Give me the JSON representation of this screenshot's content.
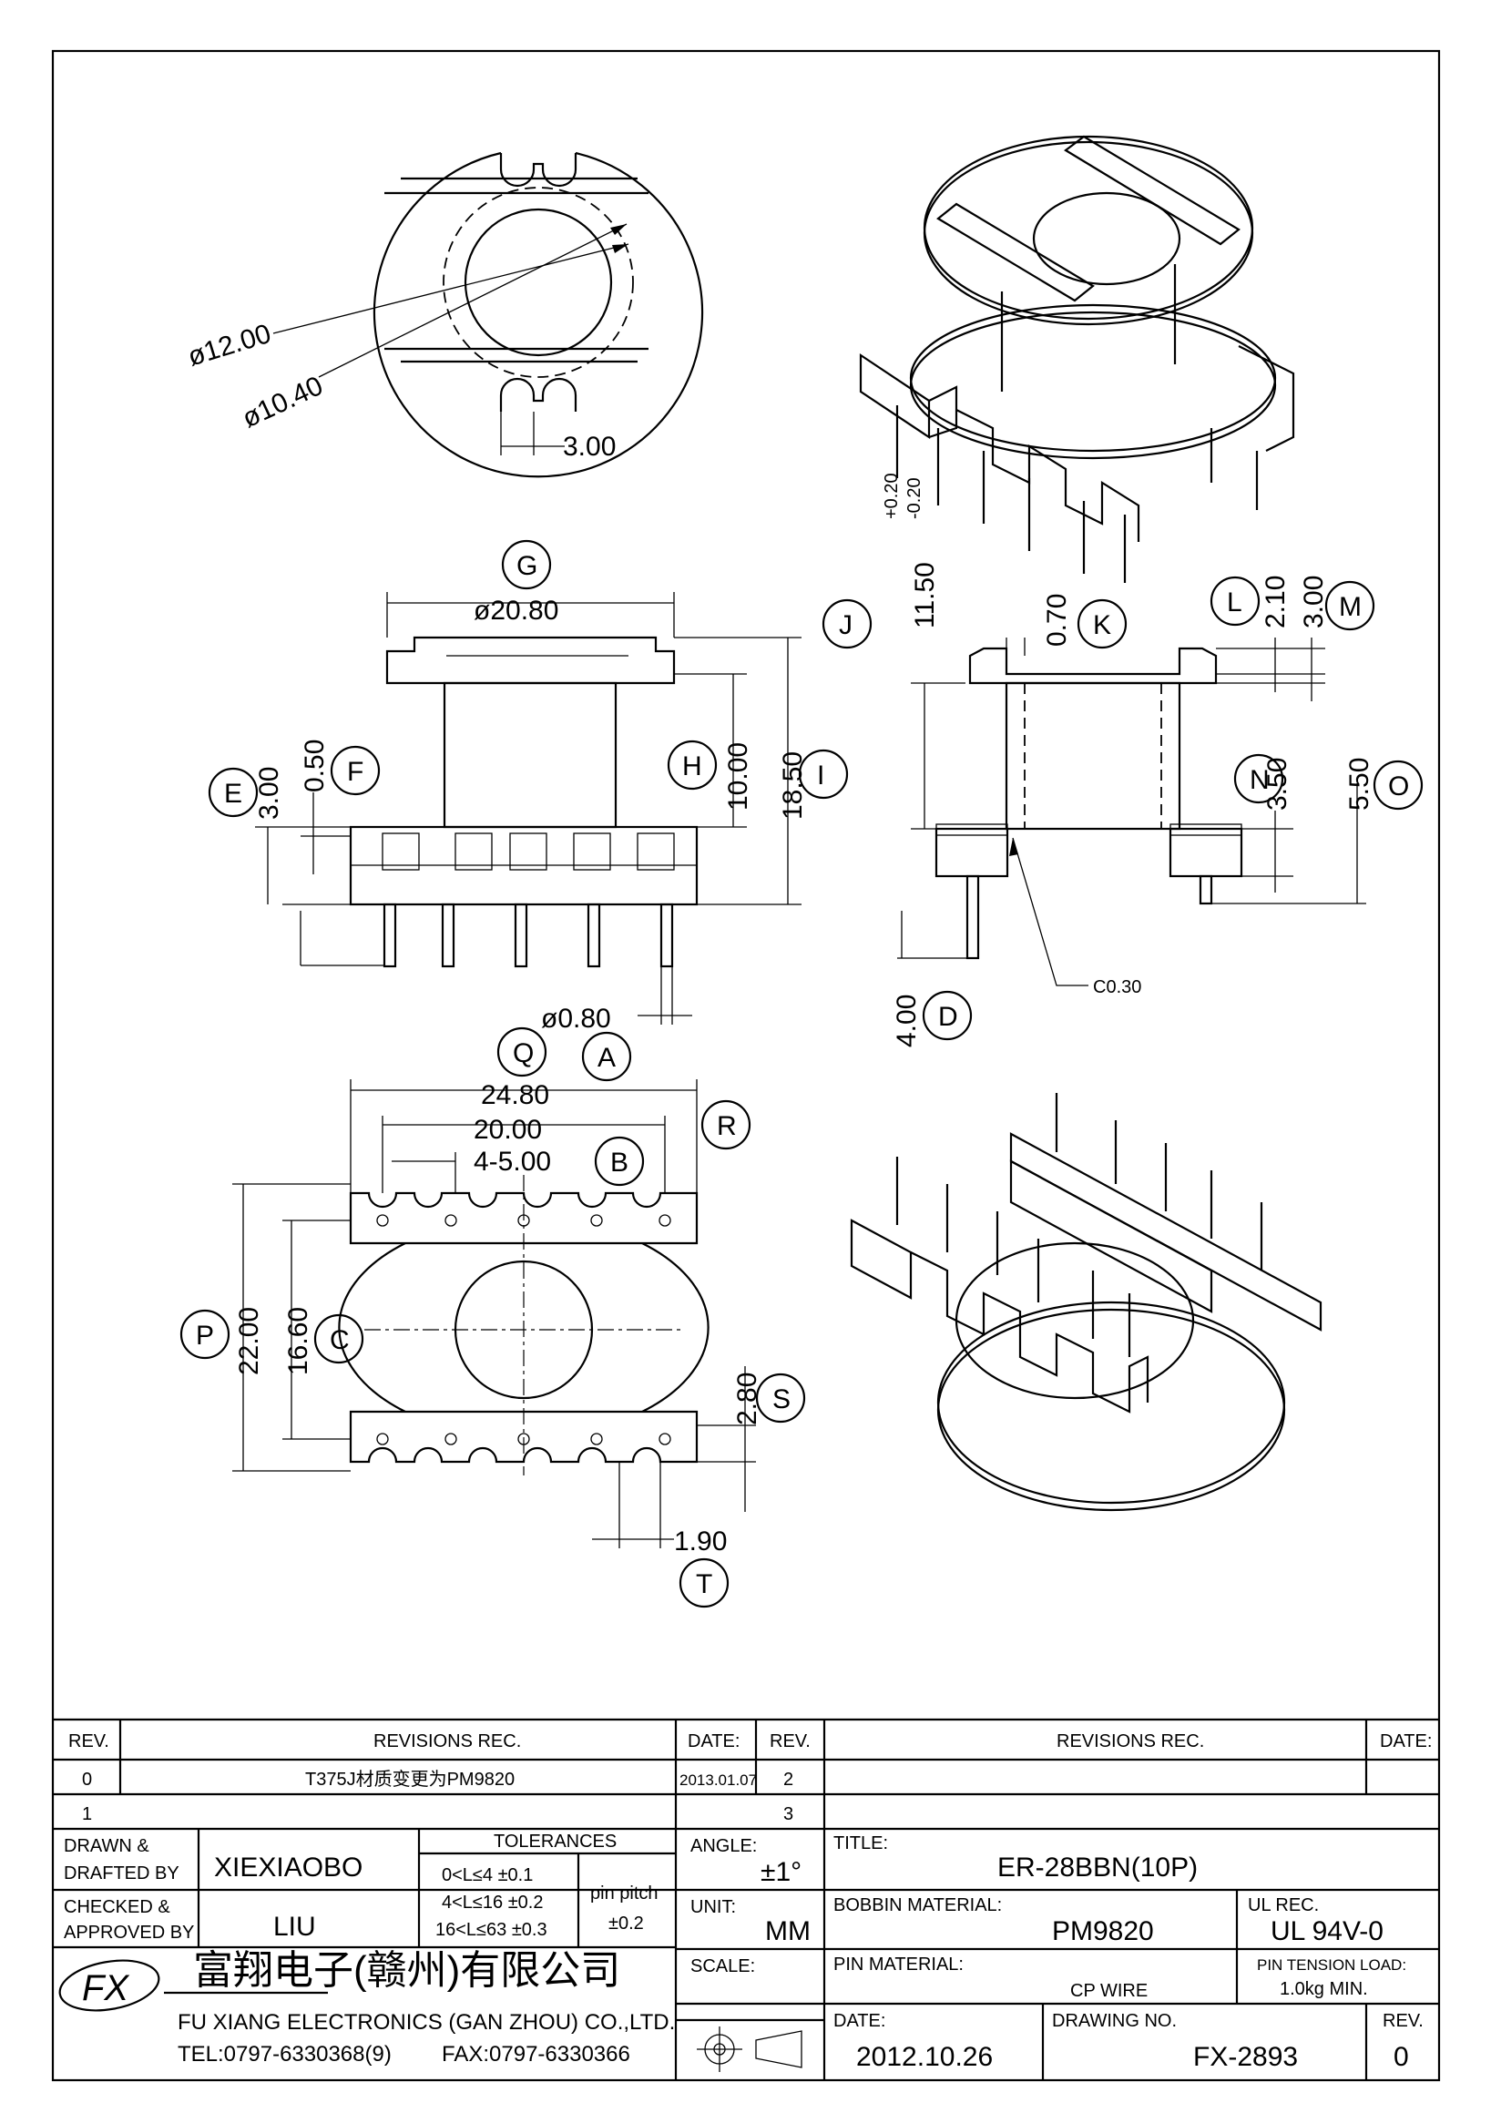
{
  "views": {
    "top": {
      "d_outer": "ø12.00",
      "d_inner": "ø10.40",
      "slot": "3.00"
    },
    "front": {
      "bubble_g": "G",
      "flange_dia": "ø20.80",
      "bubble_e": "E",
      "dim_e": "3.00",
      "bubble_f": "F",
      "dim_f": "0.50",
      "bubble_h": "H",
      "dim_h": "10.00",
      "bubble_i": "I",
      "dim_i": "18.50",
      "pin_dia": "ø0.80",
      "bubble_a": "A"
    },
    "side": {
      "bubble_j": "J",
      "dim_j": "11.50",
      "tol_j_plus": "+0.20",
      "tol_j_minus": "-0.20",
      "bubble_k": "K",
      "dim_k": "0.70",
      "bubble_l": "L",
      "dim_l": "2.10",
      "bubble_m": "M",
      "dim_m": "3.00",
      "bubble_n": "N",
      "dim_n": "3.50",
      "bubble_o": "O",
      "dim_o": "5.50",
      "chamfer": "C0.30",
      "bubble_d": "D",
      "dim_d": "4.00"
    },
    "bottom": {
      "bubble_q": "Q",
      "dim_q": "24.80",
      "bubble_r": "R",
      "dim_r": "20.00",
      "dim_b": "4-5.00",
      "bubble_b": "B",
      "bubble_p": "P",
      "dim_p": "22.00",
      "bubble_c": "C",
      "dim_c": "16.60",
      "bubble_s": "S",
      "dim_s": "2.80",
      "dim_t": "1.90",
      "bubble_t": "T"
    }
  },
  "title_block": {
    "rev_header": "REV.",
    "revisions_header": "REVISIONS   REC.",
    "date_header": "DATE:",
    "rev_rows_left": [
      {
        "rev": "0",
        "desc": "T375J材质变更为PM9820",
        "date": "2013.01.07"
      },
      {
        "rev": "1",
        "desc": "",
        "date": ""
      }
    ],
    "rev_rows_right": [
      {
        "rev": "2",
        "desc": "",
        "date": ""
      },
      {
        "rev": "3",
        "desc": "",
        "date": ""
      }
    ],
    "drawn_label": "DRAWN &",
    "drafted_label": "DRAFTED BY",
    "drawn_value": "XIEXIAOBO",
    "checked_label": "CHECKED &",
    "approved_label": "APPROVED BY",
    "checked_value": "LIU",
    "tolerances_label": "TOLERANCES",
    "tol_lines": [
      "0<L≤4    ±0.1",
      "4<L≤16  ±0.2",
      "16<L≤63  ±0.3"
    ],
    "pin_pitch_label": "pin pitch",
    "pin_pitch_value": "±0.2",
    "angle_label": "ANGLE:",
    "angle_value": "±1°",
    "unit_label": "UNIT:",
    "unit_value": "MM",
    "scale_label": "SCALE:",
    "title_label": "TITLE:",
    "title_value": "ER-28BBN(10P)",
    "bobbin_label": "BOBBIN MATERIAL:",
    "bobbin_value": "PM9820",
    "ul_label": "UL REC.",
    "ul_value": "UL 94V-0",
    "pin_material_label": "PIN MATERIAL:",
    "pin_material_value": "CP WIRE",
    "pin_tension_label": "PIN TENSION LOAD:",
    "pin_tension_value": "1.0kg MIN.",
    "date_label": "DATE:",
    "date_value": "2012.10.26",
    "drawing_no_label": "DRAWING NO.",
    "drawing_no_value": "FX-2893",
    "rev_label": "REV.",
    "rev_value": "0",
    "company_cn": "富翔电子(赣州)有限公司",
    "company_en": "FU XIANG ELECTRONICS (GAN ZHOU) CO.,LTD.",
    "tel": "TEL:0797-6330368(9)",
    "fax": "FAX:0797-6330366",
    "logo_text": "FX"
  }
}
